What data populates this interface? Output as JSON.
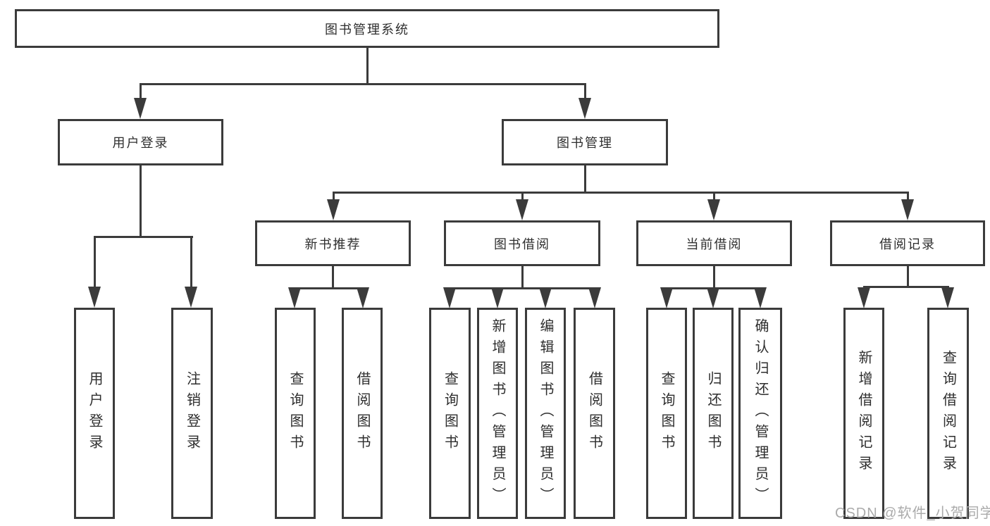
{
  "diagram": {
    "type": "hierarchy-chart",
    "colors": {
      "line": "#3b3b3b",
      "box_border": "#3b3b3b",
      "box_fill": "#ffffff",
      "text": "#2e2e2e",
      "watermark": "#ababab",
      "background": "#ffffff"
    },
    "nodes": {
      "root": {
        "label": "图书管理系统"
      },
      "user_login": {
        "label": "用户登录"
      },
      "book_mgmt": {
        "label": "图书管理"
      },
      "new_book_rec": {
        "label": "新书推荐"
      },
      "book_borrow": {
        "label": "图书借阅"
      },
      "current_borrow": {
        "label": "当前借阅"
      },
      "borrow_records": {
        "label": "借阅记录"
      },
      "user_login_leaf": {
        "label": "用户登录"
      },
      "logout_leaf": {
        "label": "注销登录"
      },
      "nbr_query_books": {
        "label": "查询图书"
      },
      "nbr_borrow_books": {
        "label": "借阅图书"
      },
      "bb_query_books": {
        "label": "查询图书"
      },
      "bb_add_books": {
        "label": "新增图书（管理员）"
      },
      "bb_edit_books": {
        "label": "编辑图书（管理员）"
      },
      "bb_borrow_books": {
        "label": "借阅图书"
      },
      "cb_query_books": {
        "label": "查询图书"
      },
      "cb_return_books": {
        "label": "归还图书"
      },
      "cb_confirm_return": {
        "label": "确认归还（管理员）"
      },
      "br_add_record": {
        "label": "新增借阅记录"
      },
      "br_query_record": {
        "label": "查询借阅记录"
      }
    },
    "hierarchy": {
      "root": [
        "user_login",
        "book_mgmt"
      ],
      "user_login": [
        "user_login_leaf",
        "logout_leaf"
      ],
      "book_mgmt": [
        "new_book_rec",
        "book_borrow",
        "current_borrow",
        "borrow_records"
      ],
      "new_book_rec": [
        "nbr_query_books",
        "nbr_borrow_books"
      ],
      "book_borrow": [
        "bb_query_books",
        "bb_add_books",
        "bb_edit_books",
        "bb_borrow_books"
      ],
      "current_borrow": [
        "cb_query_books",
        "cb_return_books",
        "cb_confirm_return"
      ],
      "borrow_records": [
        "br_add_record",
        "br_query_record"
      ]
    },
    "watermark": {
      "text": "CSDN @软件_小贺同学"
    }
  }
}
